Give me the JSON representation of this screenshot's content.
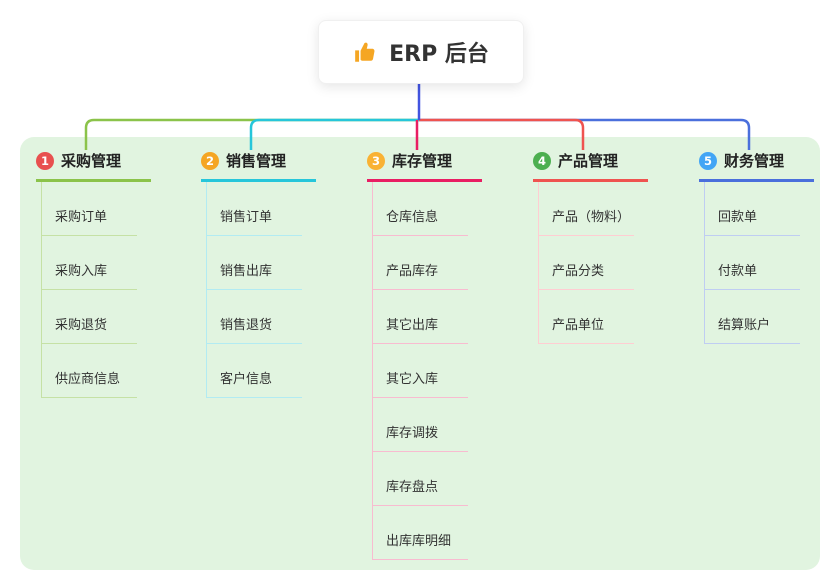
{
  "root": {
    "label": "ERP 后台",
    "icon": "thumbs-up-icon",
    "icon_color": "#f5a623"
  },
  "stem_color": "#4254e0",
  "panel_color": "#e1f4e0",
  "branches": [
    {
      "num": "1",
      "label": "采购管理",
      "color": "#8bc34a",
      "line_color": "#c5e1a5",
      "badge_color": "#e8504f",
      "children": [
        "采购订单",
        "采购入库",
        "采购退货",
        "供应商信息"
      ]
    },
    {
      "num": "2",
      "label": "销售管理",
      "color": "#26c6da",
      "line_color": "#b2ebf2",
      "badge_color": "#f5a623",
      "children": [
        "销售订单",
        "销售出库",
        "销售退货",
        "客户信息"
      ]
    },
    {
      "num": "3",
      "label": "库存管理",
      "color": "#e91e63",
      "line_color": "#f8bbd0",
      "badge_color": "#f9b234",
      "children": [
        "仓库信息",
        "产品库存",
        "其它出库",
        "其它入库",
        "库存调拨",
        "库存盘点",
        "出库库明细"
      ]
    },
    {
      "num": "4",
      "label": "产品管理",
      "color": "#ef5350",
      "line_color": "#ffcdd2",
      "badge_color": "#4caf50",
      "children": [
        "产品（物料）",
        "产品分类",
        "产品单位"
      ]
    },
    {
      "num": "5",
      "label": "财务管理",
      "color": "#4a6fdc",
      "line_color": "#bfcdf2",
      "badge_color": "#42a5f5",
      "children": [
        "回款单",
        "付款单",
        "结算账户"
      ]
    }
  ]
}
